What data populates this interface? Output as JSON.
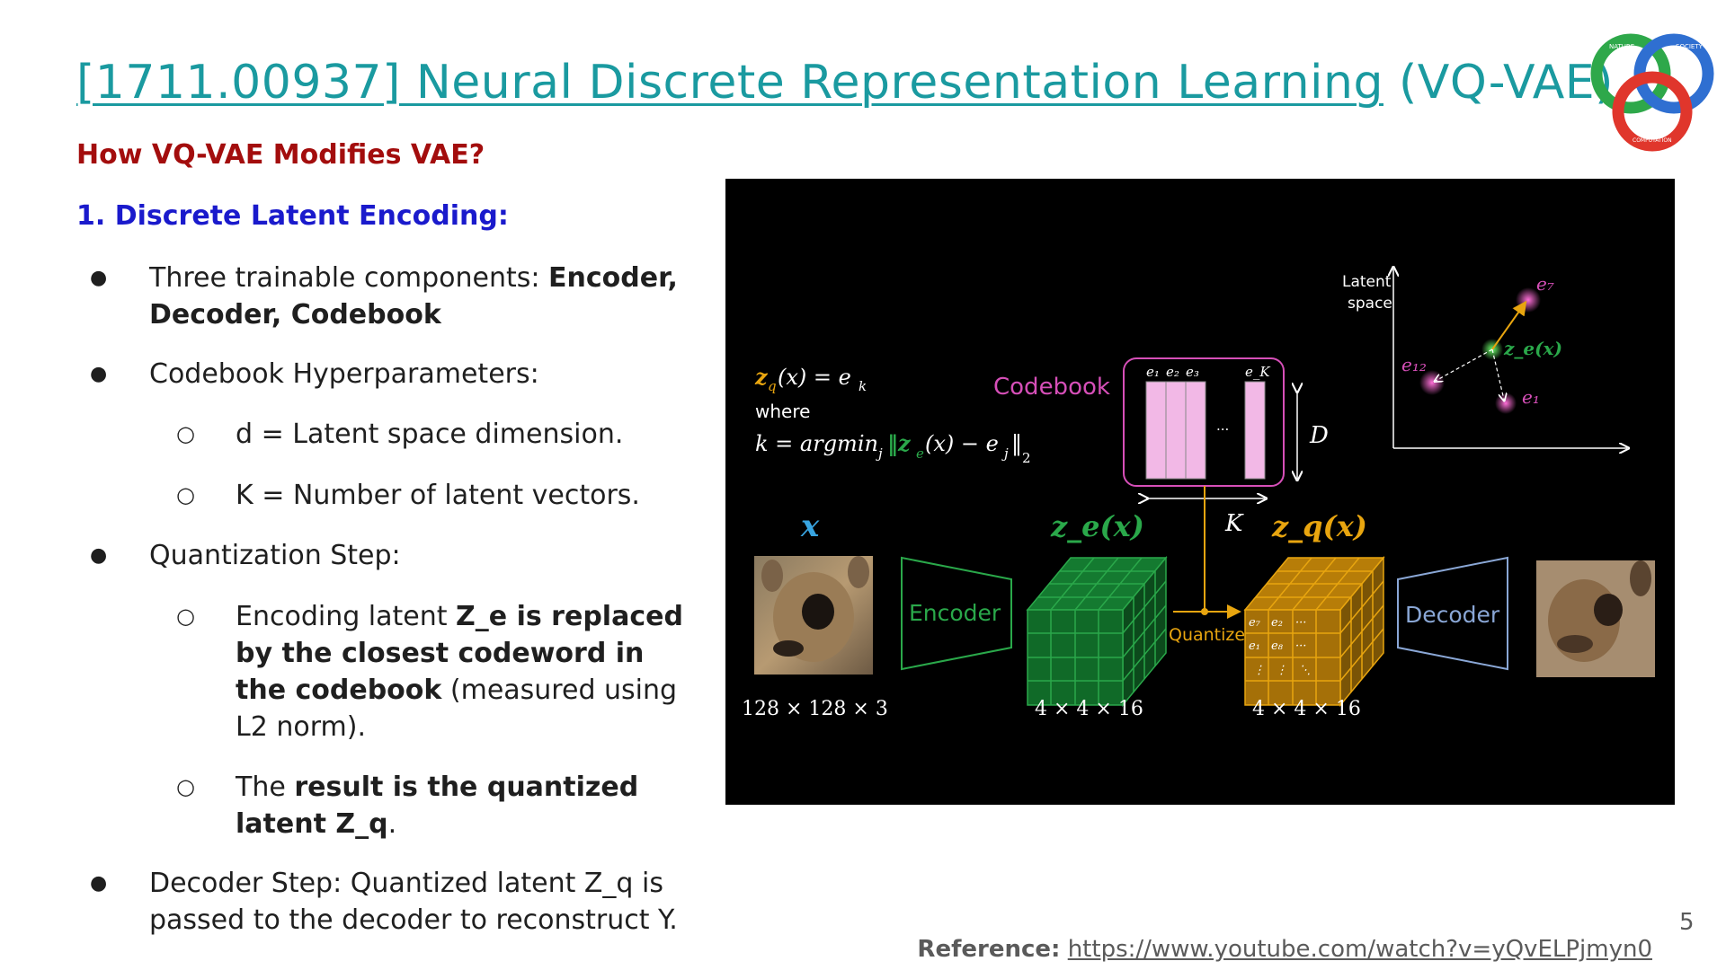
{
  "title": {
    "link_text": "[1711.00937] Neural Discrete Representation Learning",
    "suffix": " (VQ-VAE)"
  },
  "logo": {
    "text_top": "NATURE",
    "text_right": "SOCIETY",
    "text_bottom": "COMPUTATION",
    "colors": {
      "green": "#2ea84a",
      "blue": "#2f6fd1",
      "red": "#e0362c"
    }
  },
  "subtitle": "How VQ-VAE Modifies VAE?",
  "section_heading": "1. Discrete Latent Encoding:",
  "bullets": {
    "b1": {
      "text": "Three trainable components: ",
      "bold": "Encoder, Decoder, Codebook"
    },
    "b2": {
      "text": "Codebook Hyperparameters:"
    },
    "b2a": {
      "text": "d = Latent space dimension."
    },
    "b2b": {
      "text": "K = Number of latent vectors."
    },
    "b3": {
      "text": "Quantization Step:"
    },
    "b3a": {
      "pre": "Encoding latent ",
      "bold": "Z_e is replaced by the closest codeword in the codebook",
      "post": " (measured using L2 norm)."
    },
    "b3b": {
      "pre": "The ",
      "bold": "result is the quantized latent Z_q",
      "post": "."
    },
    "b4": {
      "text": "Decoder Step: Quantized latent Z_q is passed to the decoder to reconstruct Y."
    }
  },
  "figure": {
    "eq_line1_a": "z",
    "eq_line1_b": "q",
    "eq_line1_c": "(x) = e",
    "eq_line1_d": "k",
    "eq_where": "where",
    "eq_line3": "k = argmin",
    "eq_line3_b": "j",
    "eq_line3_c": "‖z",
    "eq_line3_d": "e",
    "eq_line3_e": "(x) − e",
    "eq_line3_f": "j",
    "eq_line3_g": "‖",
    "eq_line3_h": "2",
    "codebook_label": "Codebook",
    "codebook_cols": [
      "e₁",
      "e₂",
      "e₃",
      "e_K"
    ],
    "codebook_dots": "...",
    "D_label": "D",
    "K_label": "K",
    "latent_axis_label_1": "Latent",
    "latent_axis_label_2": "space",
    "latent_points": [
      "e₇",
      "z_e(x)",
      "e₁₂",
      "e₁"
    ],
    "x_label": "x",
    "ze_label": "z_e(x)",
    "zq_label": "z_q(x)",
    "encoder_label": "Encoder",
    "decoder_label": "Decoder",
    "quantize_label": "Quantize",
    "input_dims": "128 × 128 × 3",
    "ze_dims": "4 × 4 × 16",
    "zq_dims": "4 × 4 × 16",
    "grid_cells": [
      "e₇",
      "e₂",
      "···",
      "e₁",
      "e₈",
      "···",
      "⋮",
      "⋮",
      "⋱"
    ],
    "colors": {
      "encoder": "#2aa84a",
      "quantize": "#e8a50f",
      "decoder": "#8aa7d6",
      "codebook": "#d64fb8",
      "blue_x": "#38a4e0"
    }
  },
  "reference": {
    "label": "Reference:",
    "url_text": "https://www.youtube.com/watch?v=yQvELPjmyn0"
  },
  "slide_number": "5"
}
